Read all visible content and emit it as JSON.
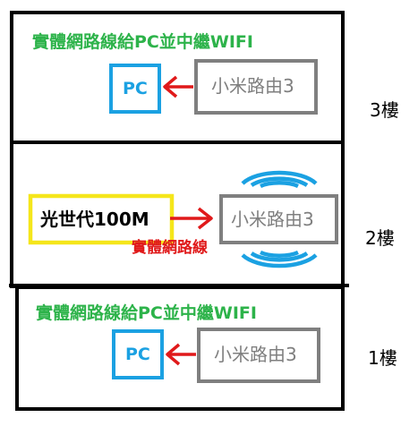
{
  "floors": {
    "f3": {
      "title": "實體網路線給PC並中繼WIFI",
      "pc": "PC",
      "router": "小米路由3",
      "label": "3樓"
    },
    "f2": {
      "isp": "光世代100M",
      "router": "小米路由3",
      "cable": "實體網路線",
      "label": "2樓"
    },
    "f1": {
      "title": "實體網路線給PC並中繼WIFI",
      "pc": "PC",
      "router": "小米路由3",
      "label": "1樓"
    }
  },
  "colors": {
    "title": "#2db34a",
    "pc_box": "#1ba1e2",
    "router_box": "#7f7f7f",
    "isp_box": "#f5e61b",
    "arrow": "#e0191a",
    "wifi": "#1ba1e2",
    "border": "#000000"
  }
}
